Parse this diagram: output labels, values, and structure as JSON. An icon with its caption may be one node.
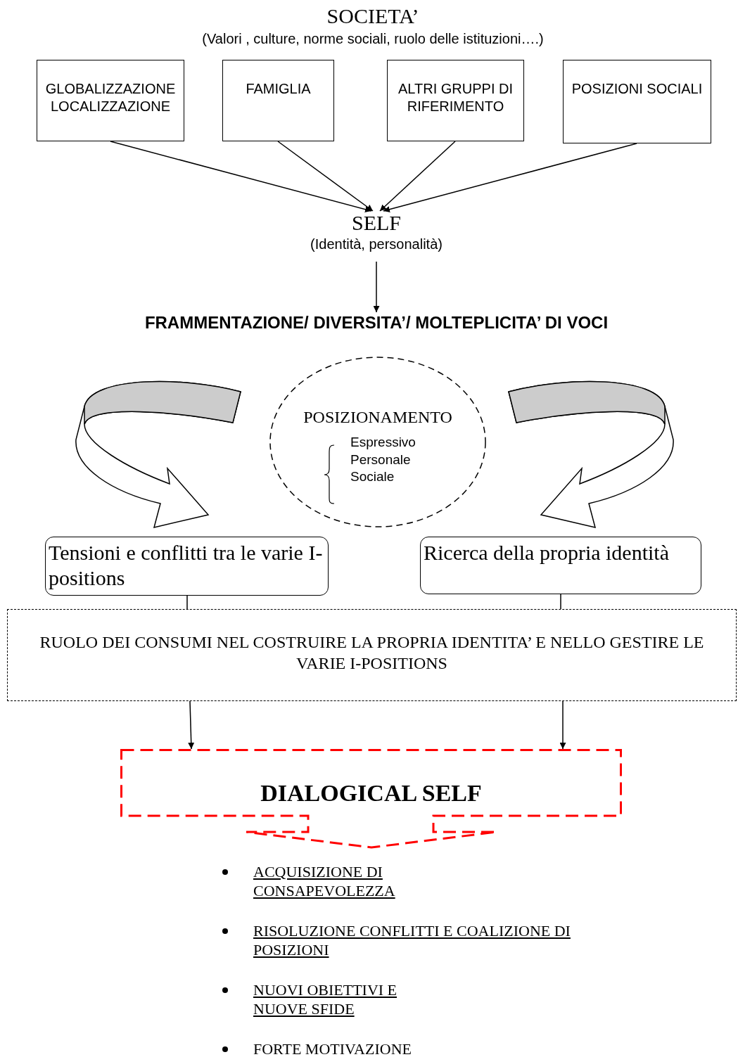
{
  "diagram": {
    "title": "SOCIETA’",
    "nodes": [
      {
        "text": [
          "GLOBALIZZAZIONE LOCALIZZAZIONE"
        ]
      },
      {
        "text": [
          "FAMIGLIA"
        ]
      },
      {
        "text": [
          "ALTRI GRUPPI DI RIFERIMENTO"
        ]
      },
      {
        "text": [
          "POSIZIONI SOCIALI"
        ]
      },
      {
        "text": [
          "SELF",
          "(Identità, personalità)"
        ]
      },
      {
        "text": [
          "FRAMMENTAZIONE/ DIVERSITA’/ MOLTEPLICITA’ DI VOCI"
        ]
      },
      {
        "text": [
          "POSIZIONAMENTO",
          "Espressivo",
          "Personale",
          "Sociale"
        ]
      },
      {
        "text": [
          "Tensioni e conflitti tra le varie I-positions"
        ]
      },
      {
        "text": [
          "Ricerca della propria identità"
        ]
      },
      {
        "text": [
          "RUOLO DEI CONSUMI NEL COSTRUIRE LA PROPRIA IDENTITA’ E NELLO GESTIRE LE VARIE I-POSITIONS"
        ]
      },
      {
        "text": [
          "DIALOGICAL SELF"
        ]
      }
    ],
    "edges": [
      {
        "from": 0,
        "to": 4,
        "arrow": "to"
      },
      {
        "from": 1,
        "to": 4,
        "arrow": "to"
      },
      {
        "from": 2,
        "to": 4,
        "arrow": "to"
      },
      {
        "from": 3,
        "to": 4,
        "arrow": "to"
      },
      {
        "from": 4,
        "to": 5,
        "arrow": "to"
      },
      {
        "from": null,
        "to": 7,
        "arrow": "to",
        "style": "thick"
      },
      {
        "from": null,
        "to": 8,
        "arrow": "to",
        "style": "thick"
      },
      {
        "from": 7,
        "to": 9,
        "arrow": "none"
      },
      {
        "from": 8,
        "to": 9,
        "arrow": "none"
      },
      {
        "from": 9,
        "to": 10,
        "arrow": "to"
      },
      {
        "from": 9,
        "to": 10,
        "arrow": "to"
      }
    ],
    "labels": [
      "(Valori , culture, norme sociali, ruolo delle istituzioni….)",
      "ACQUISIZIONE DI CONSAPEVOLEZZA",
      "RISOLUZIONE CONFLITTI E COALIZIONE DI POSIZIONI",
      "NUOVI OBIETTIVI E NUOVE SFIDE",
      "FORTE MOTIVAZIONE"
    ]
  }
}
